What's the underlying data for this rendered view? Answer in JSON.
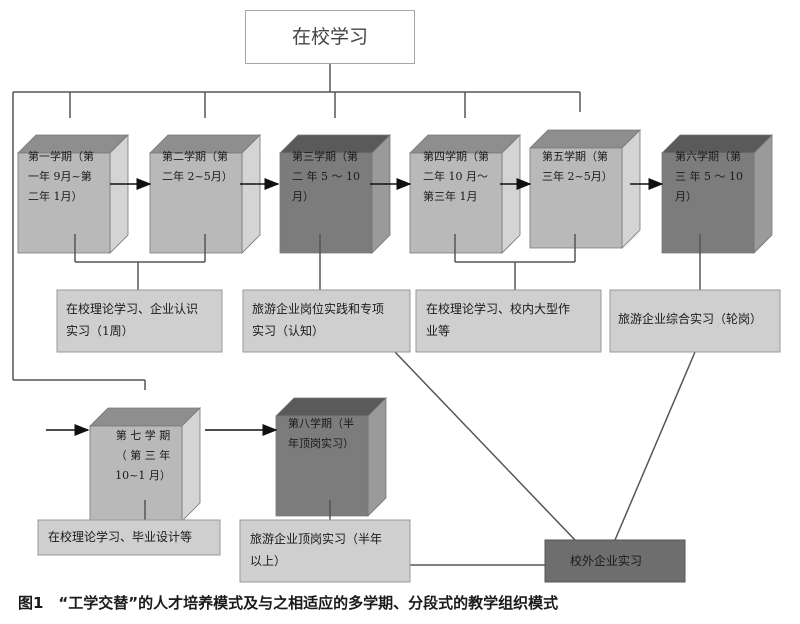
{
  "title": "在校学习",
  "semesters": [
    {
      "text": "第一学期（第\n一年 9月~第\n二年 1月）",
      "tone": "light"
    },
    {
      "text": "第二学期（第\n二年 2~5月）",
      "tone": "light"
    },
    {
      "text": "第三学期（第\n二 年   5 ～ 10\n月）",
      "tone": "dark"
    },
    {
      "text": "第四学期（第\n二年  10  月～\n第三年 1月",
      "tone": "light"
    },
    {
      "text": "第五学期（第\n三年 2~5月）",
      "tone": "light"
    },
    {
      "text": "第六学期（第\n三 年   5 ～ 10\n月）",
      "tone": "dark"
    },
    {
      "text": "第 七 学 期\n（ 第 三 年\n10~1 月）",
      "tone": "light"
    },
    {
      "text": "第八学期（半\n年顶岗实习）",
      "tone": "dark"
    }
  ],
  "activities": [
    {
      "text": "在校理论学习、企业认识\n实习（1周）"
    },
    {
      "text": "旅游企业岗位实践和专项\n实习（认知）"
    },
    {
      "text": "在校理论学习、校内大型作\n业等"
    },
    {
      "text": "旅游企业综合实习（轮岗）"
    },
    {
      "text": "在校理论学习、毕业设计等"
    },
    {
      "text": "旅游企业顶岗实习（半年\n以上）"
    }
  ],
  "external_internship": "校外企业实习",
  "caption": "图1　“工学交替”的人才培养模式及与之相适应的多学期、分段式的教学组织模式",
  "colors": {
    "cube_light": "#b9b9b9",
    "cube_dark": "#7c7c7c",
    "box_fill": "#cfcfcf",
    "external_fill": "#6e6e6e"
  }
}
